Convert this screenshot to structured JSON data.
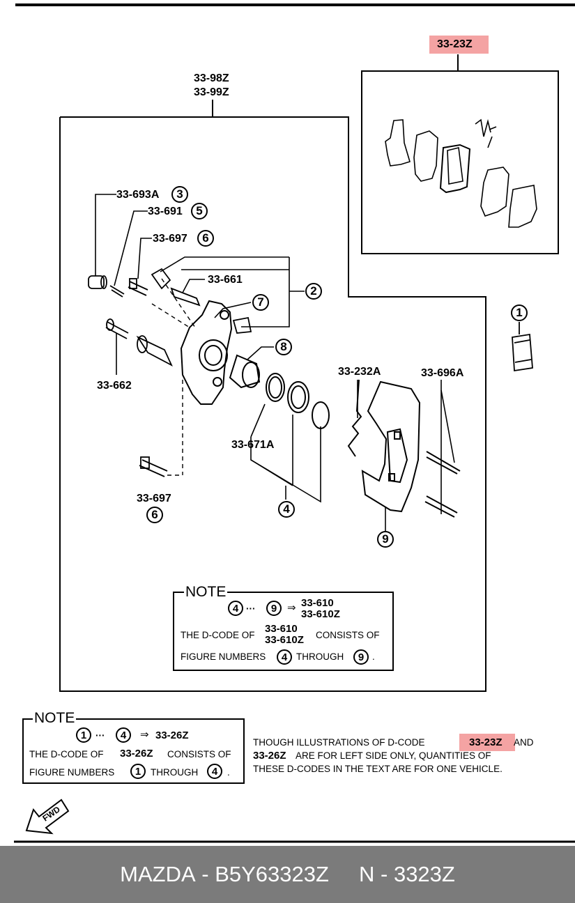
{
  "header": {
    "highlight_code": "33-23Z",
    "assembly_codes": [
      "33-98Z",
      "33-99Z"
    ]
  },
  "callouts": {
    "c_693a": "33-693A",
    "c_691": "33-691",
    "c_697_top": "33-697",
    "c_661": "33-661",
    "c_662": "33-662",
    "c_232a": "33-232A",
    "c_696a": "33-696A",
    "c_671a": "33-671A",
    "c_697_bottom": "33-697"
  },
  "figure_numbers": {
    "n1": "1",
    "n2": "2",
    "n3": "3",
    "n4": "4",
    "n5": "5",
    "n6a": "6",
    "n6b": "6",
    "n7": "7",
    "n8": "8",
    "n9": "9"
  },
  "inner_note": {
    "title": "NOTE",
    "range_from": "4",
    "range_dots": "···",
    "range_to": "9",
    "arrow": "⇒",
    "codes": [
      "33-610",
      "33-610Z"
    ],
    "line2_prefix": "THE D-CODE OF",
    "line2_suffix": "CONSISTS OF",
    "line3_prefix": "FIGURE NUMBERS",
    "line3_from": "4",
    "line3_mid": "THROUGH",
    "line3_to": "9",
    "line3_end": "."
  },
  "outer_note": {
    "title": "NOTE",
    "range_from": "1",
    "range_dots": "···",
    "range_to": "4",
    "arrow": "⇒",
    "code": "33-26Z",
    "line2_prefix": "THE D-CODE OF",
    "line2_code": "33-26Z",
    "line2_suffix": "CONSISTS OF",
    "line3_prefix": "FIGURE NUMBERS",
    "line3_from": "1",
    "line3_mid": "THROUGH",
    "line3_to": "4",
    "line3_end": "."
  },
  "disclaimer": {
    "line1_prefix": "THOUGH ILLUSTRATIONS OF D-CODE",
    "line1_code": "33-23Z",
    "line1_suffix": "AND",
    "line2_code": "33-26Z",
    "line2_text": "ARE FOR LEFT SIDE ONLY, QUANTITIES OF",
    "line3": "THESE D-CODES IN THE TEXT ARE FOR ONE VEHICLE."
  },
  "fwd_label": "FWD",
  "footer": {
    "brand": "MAZDA",
    "sep": " - ",
    "part_number": "B5Y63323Z",
    "code_label": "N - 3323Z"
  },
  "colors": {
    "highlight": "#f4a3a3",
    "footer_bg": "#7b7b7b",
    "line": "#000000"
  }
}
